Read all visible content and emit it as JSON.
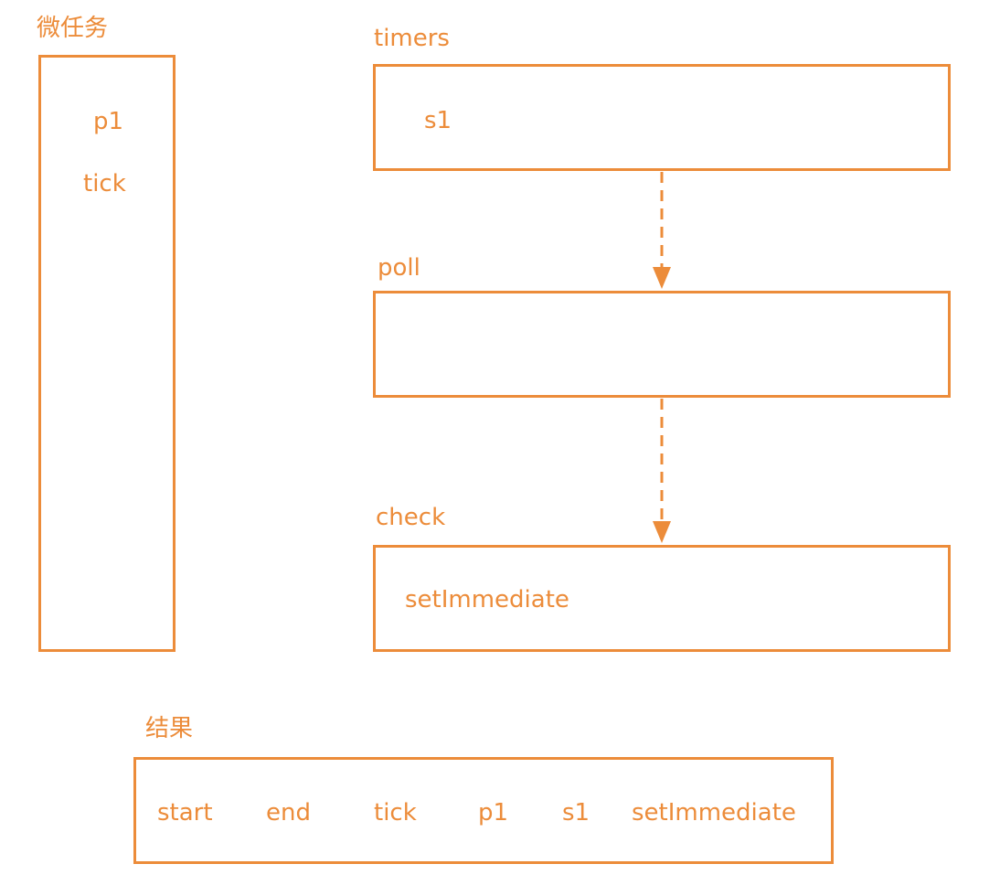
{
  "colors": {
    "accent": "#EC8C3A",
    "background": "#ffffff"
  },
  "microtasks": {
    "title": "微任务",
    "items": [
      "p1",
      "tick"
    ]
  },
  "phases": {
    "timers": {
      "title": "timers",
      "items": [
        "s1"
      ]
    },
    "poll": {
      "title": "poll",
      "items": []
    },
    "check": {
      "title": "check",
      "items": [
        "setImmediate"
      ]
    }
  },
  "result": {
    "title": "结果",
    "items": [
      "start",
      "end",
      "tick",
      "p1",
      "s1",
      "setImmediate"
    ]
  },
  "flow": [
    {
      "from": "timers",
      "to": "poll",
      "style": "dashed"
    },
    {
      "from": "poll",
      "to": "check",
      "style": "dashed"
    }
  ]
}
